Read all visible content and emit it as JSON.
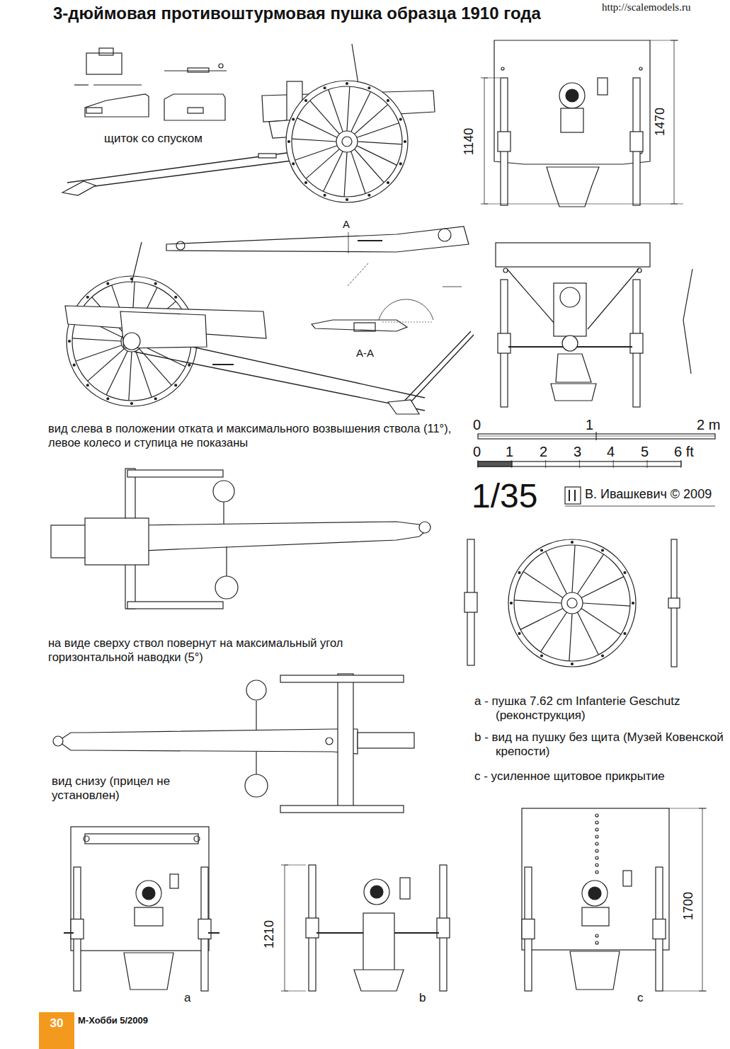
{
  "diagram": {
    "title": "3-дюймовая противоштурмовая пушка образца 1910 года",
    "nodes": [
      {
        "text": [
          "30"
        ]
      }
    ],
    "labels": [
      "http://scalemodels.ru",
      "щиток со спуском",
      "1140",
      "1470",
      "А",
      "А-А",
      "вид слева в положении отката и максимального возвышения ствола (11°), левое колесо и ступица не показаны",
      "0",
      "1",
      "2 m",
      "0",
      "1",
      "2",
      "3",
      "4",
      "5",
      "6 ft",
      "1/35",
      "В. Ивашкевич © 2009",
      "на виде сверху ствол повернут на максимальный угол горизонтальной наводки (5°)",
      "a - пушка 7.62 cm Infanterie Geschutz (реконструкция)",
      "b - вид на пушку без щита (Музей Ковенской крепости)",
      "c - усиленное щитовое прикрытие",
      "вид снизу (прицел не установлен)",
      "1210",
      "1700",
      "a",
      "b",
      "c",
      "М-Хобби 5/2009"
    ]
  }
}
